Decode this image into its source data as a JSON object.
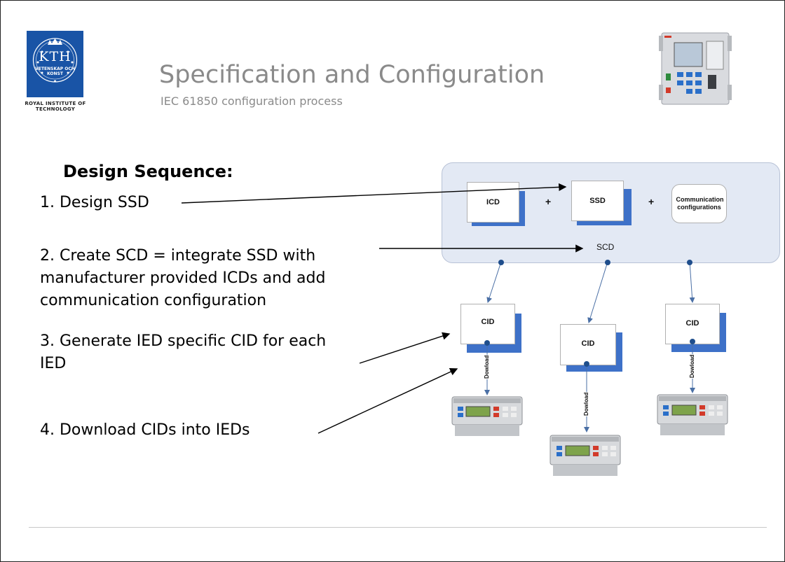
{
  "logo": {
    "text": "KTH",
    "sub": "VETENSKAP OCH KONST",
    "caption": "ROYAL INSTITUTE OF TECHNOLOGY"
  },
  "header": {
    "title": "Specification and Configuration",
    "subtitle": "IEC 61850 configuration process"
  },
  "content": {
    "heading": "Design Sequence:",
    "steps": [
      "1. Design SSD",
      "2. Create SCD = integrate SSD with\nmanufacturer provided ICDs and add\ncommunication configuration",
      "3. Generate IED specific CID for each\nIED",
      "4. Download CIDs into IEDs"
    ]
  },
  "diagram": {
    "icd": "ICD",
    "ssd": "SSD",
    "plus": "+",
    "comm": "Communication configurations",
    "scd": "SCD",
    "cid": "CID",
    "download": "Dowload"
  },
  "colors": {
    "panel": "#e3e9f4",
    "shadow": "#3e71c8",
    "dot": "#1f4e8c",
    "arrow": "#4a6fa5",
    "title": "#8a8a8a",
    "logo": "#1954a6"
  },
  "icons": [
    "kth-crest-icon",
    "ied-device-icon"
  ]
}
